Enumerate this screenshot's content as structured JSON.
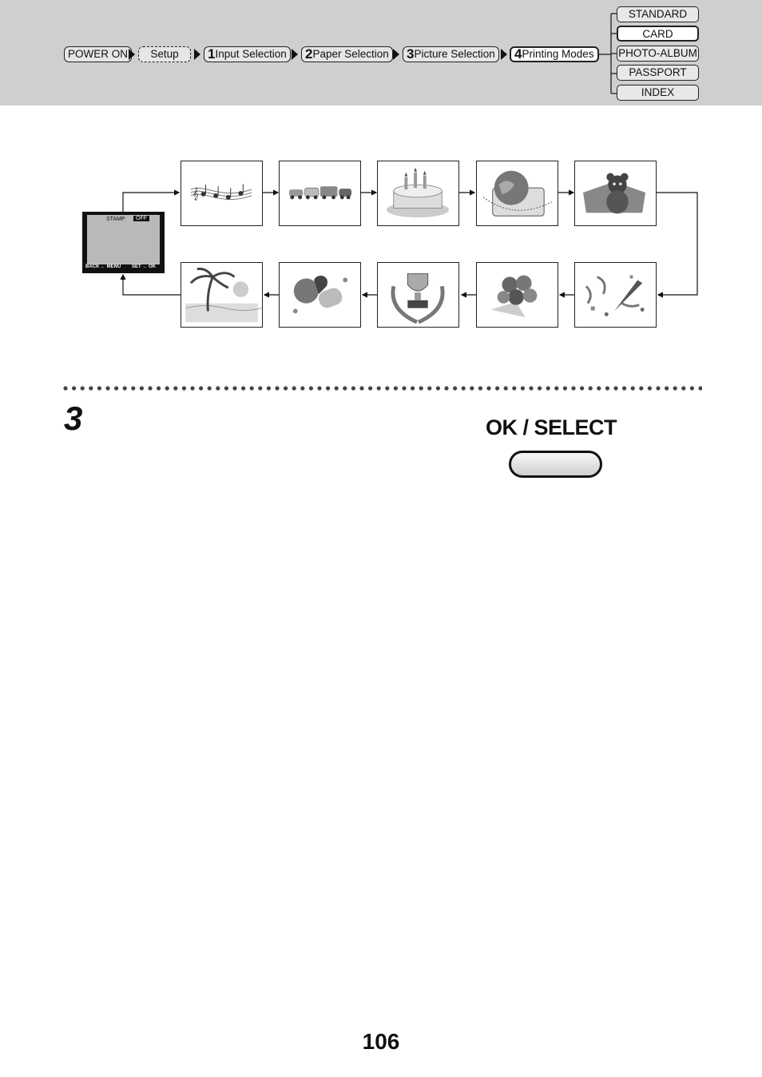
{
  "breadcrumb": {
    "power_on": "POWER ON",
    "setup": "Setup",
    "step1": {
      "num": "1",
      "label": "Input Selection"
    },
    "step2": {
      "num": "2",
      "label": "Paper Selection"
    },
    "step3": {
      "num": "3",
      "label": "Picture Selection"
    },
    "step4": {
      "num": "4",
      "label": "Printing Modes"
    }
  },
  "modes": [
    "STANDARD",
    "CARD",
    "PHOTO-ALBUM",
    "PASSPORT",
    "INDEX"
  ],
  "selected_mode": "CARD",
  "lcd": {
    "title": "STAMP",
    "value": "OFF",
    "left_hint": "BACK ← MENU",
    "right_hint": "SET ← OK"
  },
  "stamps": [
    "music-notes-icon",
    "cars-icon",
    "birthday-cake-icon",
    "globe-suitcase-icon",
    "teddy-bear-icon",
    "party-confetti-icon",
    "roses-bouquet-icon",
    "trophy-icon",
    "candies-icon",
    "palm-beach-icon"
  ],
  "step": {
    "number": "3",
    "button_label": "OK / SELECT"
  },
  "page_number": "106"
}
